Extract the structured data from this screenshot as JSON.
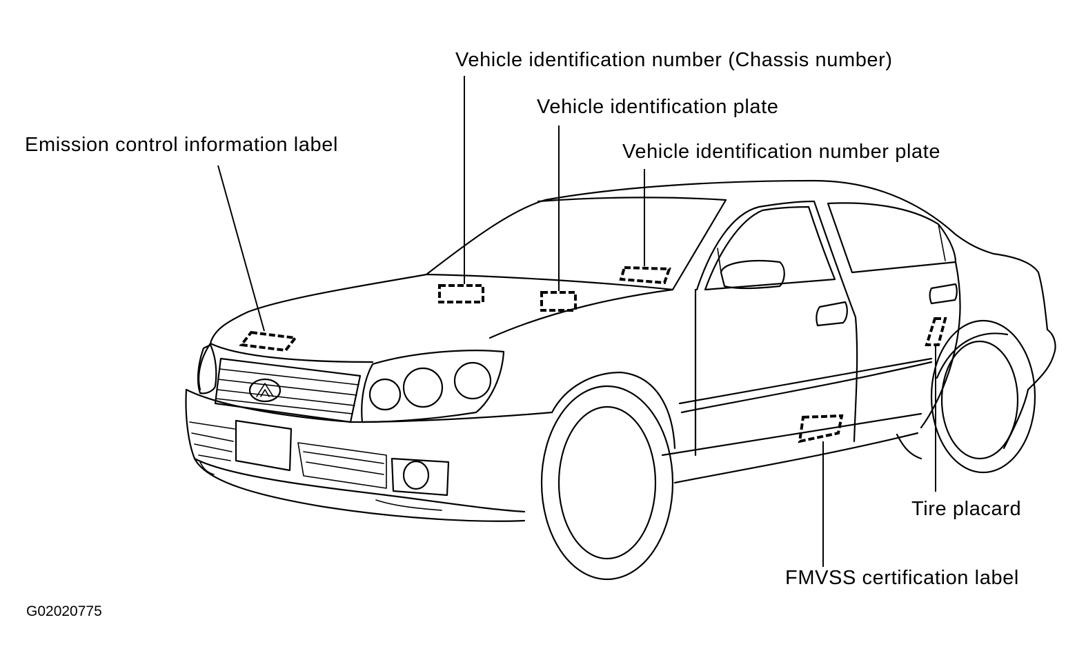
{
  "labels": {
    "vin_chassis": "Vehicle identification number (Chassis number)",
    "vin_plate": "Vehicle identification plate",
    "vin_number_plate": "Vehicle identification number plate",
    "emission_label": "Emission control information label",
    "tire_placard": "Tire placard",
    "fmvss_label": "FMVSS certification label"
  },
  "figure_id": "G02020775",
  "colors": {
    "line": "#000000",
    "background": "#ffffff"
  }
}
